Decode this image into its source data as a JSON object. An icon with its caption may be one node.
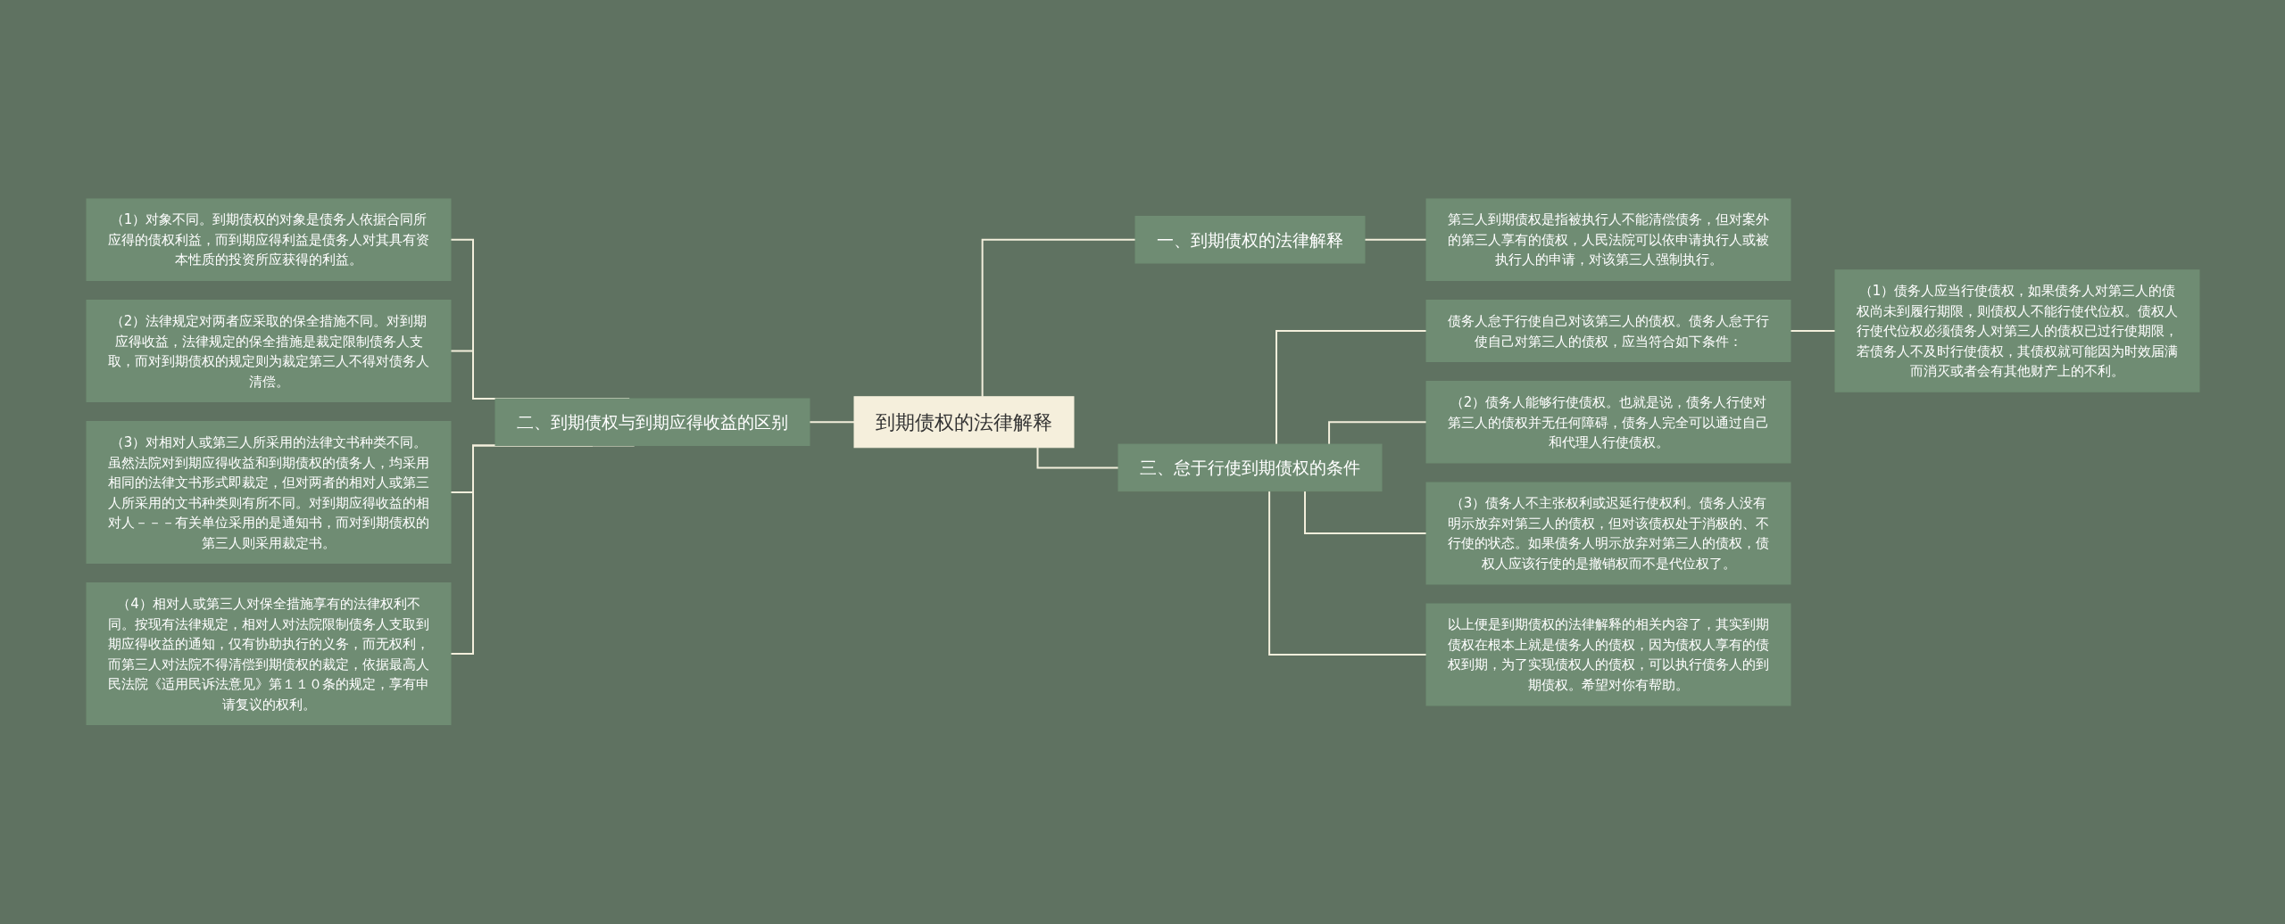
{
  "diagram": {
    "nodes": [
      {
        "text": [
          "到期债权的法律解释"
        ]
      },
      {
        "text": [
          "一、到期债权的法律解释"
        ]
      },
      {
        "text": [
          "第三人到期债权是指被执行人不能清偿债务，但对案外的第三人享有的债权，人民法院可以依申请执行人或被执行人的申请，对该第三人强制执行。"
        ]
      },
      {
        "text": [
          "二、到期债权与到期应得收益的区别"
        ]
      },
      {
        "text": [
          "（1）对象不同。到期债权的对象是债务人依据合同所应得的债权利益，而到期应得利益是债务人对其具有资本性质的投资所应获得的利益。"
        ]
      },
      {
        "text": [
          "（2）法律规定对两者应采取的保全措施不同。对到期应得收益，法律规定的保全措施是裁定限制债务人支取，而对到期债权的规定则为裁定第三人不得对债务人清偿。"
        ]
      },
      {
        "text": [
          "（3）对相对人或第三人所采用的法律文书种类不同。虽然法院对到期应得收益和到期债权的债务人，均采用相同的法律文书形式即裁定，但对两者的相对人或第三人所采用的文书种类则有所不同。对到期应得收益的相对人－－－有关单位采用的是通知书，而对到期债权的第三人则采用裁定书。"
        ]
      },
      {
        "text": [
          "（4）相对人或第三人对保全措施享有的法律权利不同。按现有法律规定，相对人对法院限制债务人支取到期应得收益的通知，仅有协助执行的义务，而无权利，而第三人对法院不得清偿到期债权的裁定，依据最高人民法院《适用民诉法意见》第１１０条的规定，享有申请复议的权利。"
        ]
      },
      {
        "text": [
          "三、怠于行使到期债权的条件"
        ]
      },
      {
        "text": [
          "债务人怠于行使自己对该第三人的债权。债务人怠于行使自己对第三人的债权，应当符合如下条件："
        ]
      },
      {
        "text": [
          "（1）债务人应当行使债权，如果债务人对第三人的债权尚未到履行期限，则债权人不能行使代位权。债权人行使代位权必须债务人对第三人的债权已过行使期限，若债务人不及时行使债权，其债权就可能因为时效届满而消灭或者会有其他财产上的不利。"
        ]
      },
      {
        "text": [
          "（2）债务人能够行使债权。也就是说，债务人行使对第三人的债权并无任何障碍，债务人完全可以通过自己和代理人行使债权。"
        ]
      },
      {
        "text": [
          "（3）债务人不主张权利或迟延行使权利。债务人没有明示放弃对第三人的债权，但对该债权处于消极的、不行使的状态。如果债务人明示放弃对第三人的债权，债权人应该行使的是撤销权而不是代位权了。"
        ]
      },
      {
        "text": [
          "以上便是到期债权的法律解释的相关内容了，其实到期债权在根本上就是债务人的债权，因为债权人享有的债权到期，为了实现债权人的债权，可以执行债务人的到期债权。希望对你有帮助。"
        ]
      }
    ],
    "edges": [
      {
        "from": 0,
        "to": 1,
        "arrow": "none"
      },
      {
        "from": 1,
        "to": 2,
        "arrow": "none"
      },
      {
        "from": 0,
        "to": 3,
        "arrow": "none"
      },
      {
        "from": 3,
        "to": 4,
        "arrow": "none"
      },
      {
        "from": 3,
        "to": 5,
        "arrow": "none"
      },
      {
        "from": 3,
        "to": 6,
        "arrow": "none"
      },
      {
        "from": 3,
        "to": 7,
        "arrow": "none"
      },
      {
        "from": 0,
        "to": 8,
        "arrow": "none"
      },
      {
        "from": 8,
        "to": 9,
        "arrow": "none"
      },
      {
        "from": 9,
        "to": 10,
        "arrow": "none"
      },
      {
        "from": 8,
        "to": 11,
        "arrow": "none"
      },
      {
        "from": 8,
        "to": 12,
        "arrow": "none"
      },
      {
        "from": 8,
        "to": 13,
        "arrow": "none"
      }
    ]
  }
}
